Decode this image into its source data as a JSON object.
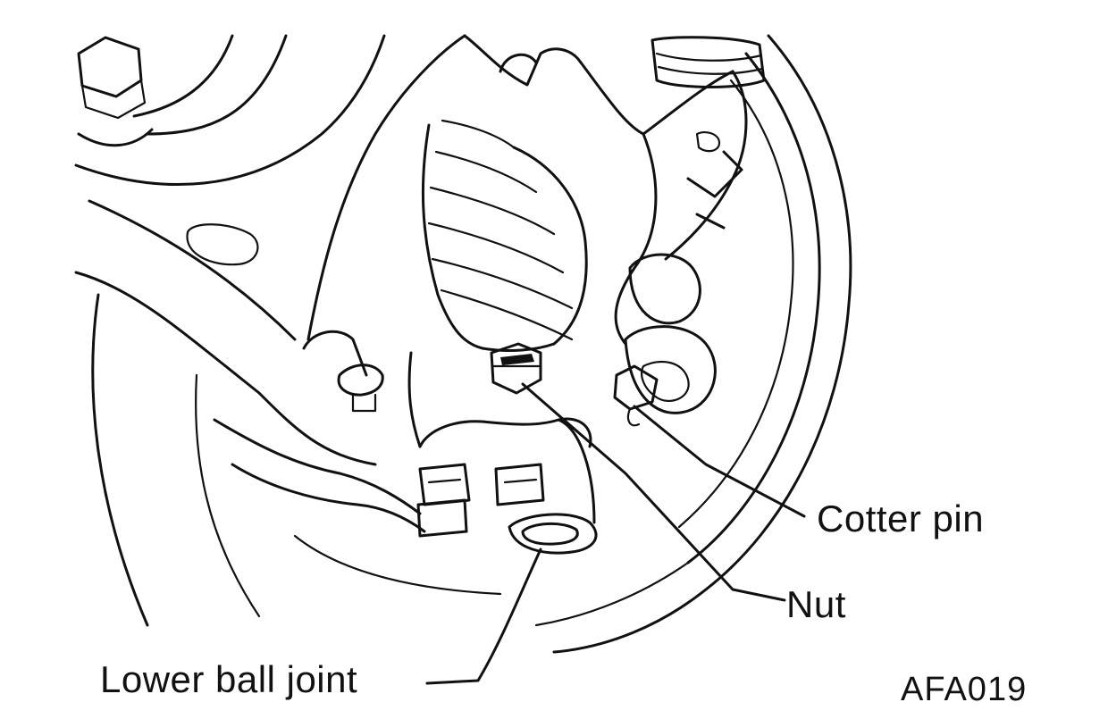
{
  "callouts": {
    "cotter_pin": "Cotter pin",
    "nut": "Nut",
    "lower_ball_joint": "Lower ball joint"
  },
  "figure_code": "AFA019",
  "colors": {
    "ink": "#111111",
    "background": "#ffffff"
  }
}
